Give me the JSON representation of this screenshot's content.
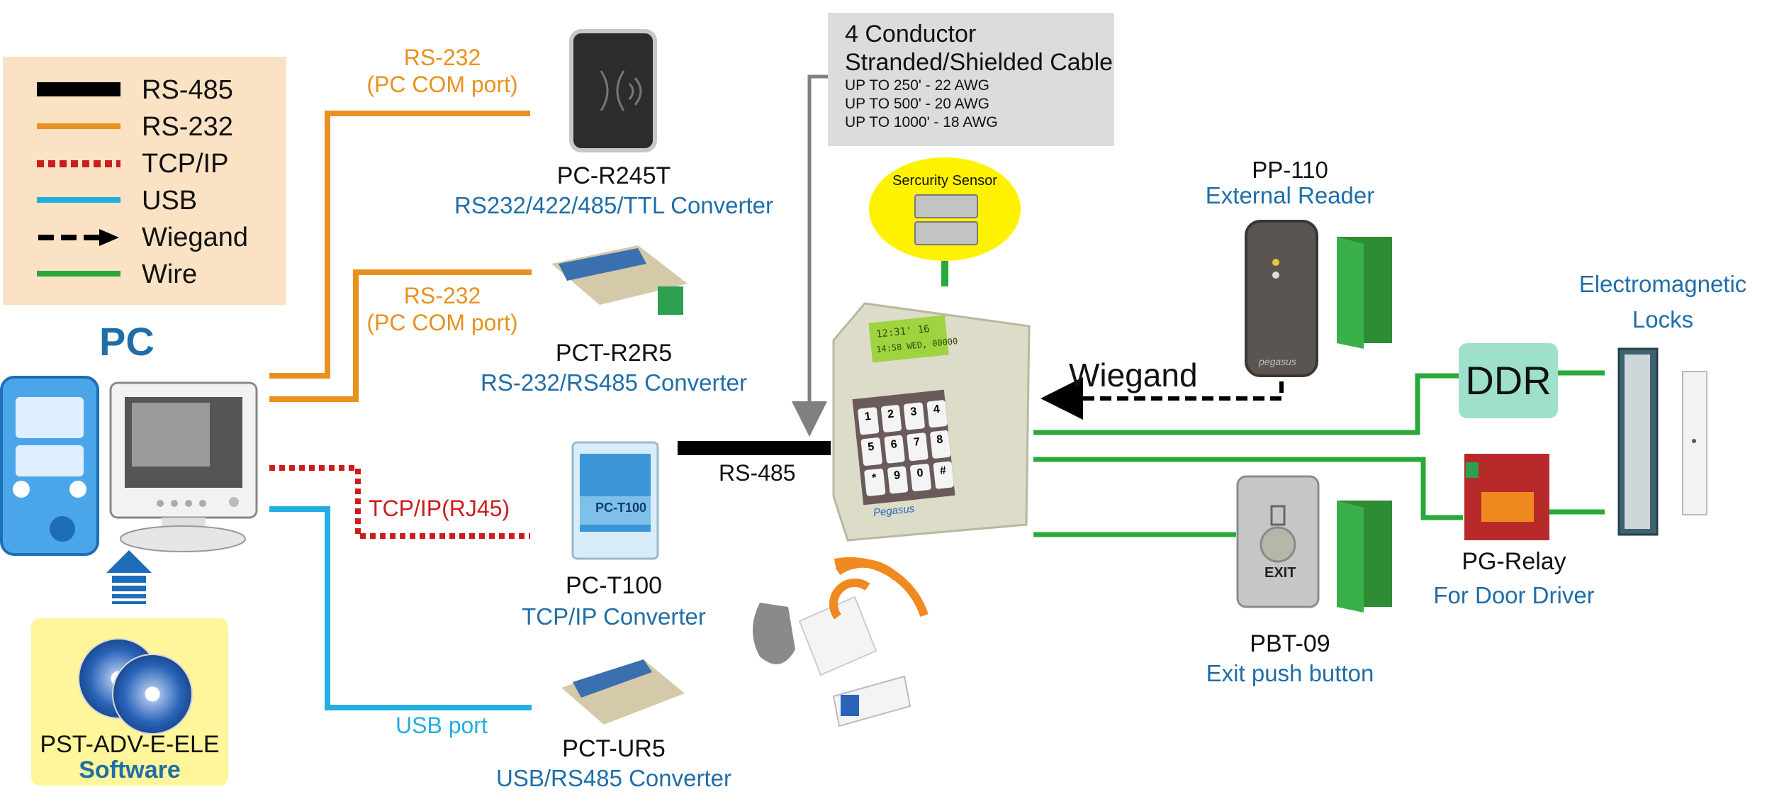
{
  "legend": {
    "items": [
      {
        "label": "RS-485",
        "color": "#000000",
        "style": "thick-solid"
      },
      {
        "label": "RS-232",
        "color": "#e8911e",
        "style": "solid"
      },
      {
        "label": "TCP/IP",
        "color": "#cc1d1d",
        "style": "dotted"
      },
      {
        "label": "USB",
        "color": "#23aee0",
        "style": "solid"
      },
      {
        "label": "Wiegand",
        "color": "#000000",
        "style": "dashed-arrow"
      },
      {
        "label": "Wire",
        "color": "#2aa83a",
        "style": "solid"
      }
    ]
  },
  "pc": {
    "label": "PC"
  },
  "software": {
    "name": "PST-ADV-E-ELE",
    "subtitle": "Software"
  },
  "links": {
    "rs232_top": {
      "line1": "RS-232",
      "line2": "(PC COM port)"
    },
    "rs232_mid": {
      "line1": "RS-232",
      "line2": "(PC COM port)"
    },
    "tcpip": "TCP/IP(RJ45)",
    "usb": "USB port",
    "rs485": "RS-485",
    "wiegand": "Wiegand"
  },
  "devices": {
    "pc_r245t": {
      "name": "PC-R245T",
      "desc": "RS232/422/485/TTL  Converter"
    },
    "pct_r2r5": {
      "name": "PCT-R2R5",
      "desc": "RS-232/RS485 Converter"
    },
    "pc_t100": {
      "name": "PC-T100",
      "desc": "TCP/IP  Converter",
      "panel_text": "PC-T100"
    },
    "pct_ur5": {
      "name": "PCT-UR5",
      "desc": "USB/RS485  Converter"
    },
    "pp110": {
      "name": "PP-110",
      "desc": "External Reader",
      "brand": "pegasus"
    },
    "pbt09": {
      "name": "PBT-09",
      "desc": "Exit push button",
      "button_text": "EXIT"
    },
    "pg_relay": {
      "name": "PG-Relay",
      "desc": "For Door Driver"
    },
    "ddr": {
      "name": "DDR"
    },
    "em_lock": {
      "line1": "Electromagnetic",
      "line2": "Locks"
    }
  },
  "controller": {
    "lcd_line1": "12:31' 16",
    "lcd_line2": "14:58 WED, 00000",
    "keys": [
      "1",
      "2",
      "3",
      "4",
      "5",
      "6",
      "7",
      "8",
      "*",
      "9",
      "0",
      "#"
    ],
    "brand": "Pegasus"
  },
  "cable": {
    "title_line1": "4 Conductor",
    "title_line2": "Stranded/Shielded Cable",
    "specs": [
      "UP TO 250' - 22 AWG",
      "UP TO 500' - 20 AWG",
      "UP TO 1000' - 18 AWG"
    ]
  },
  "sensor": {
    "label": "Sercurity Sensor"
  },
  "colors": {
    "rs485": "#000000",
    "rs232": "#e8911e",
    "tcpip": "#cc1d1d",
    "usb": "#23aee0",
    "wire": "#2aa83a",
    "label_blue": "#1f6ea8",
    "legend_bg": "#fbe2c5",
    "cable_box_bg": "#dcdcdc",
    "sensor_bg": "#fff200",
    "software_bg": "#fff59a",
    "ddr_bg": "#9fe0cc"
  }
}
